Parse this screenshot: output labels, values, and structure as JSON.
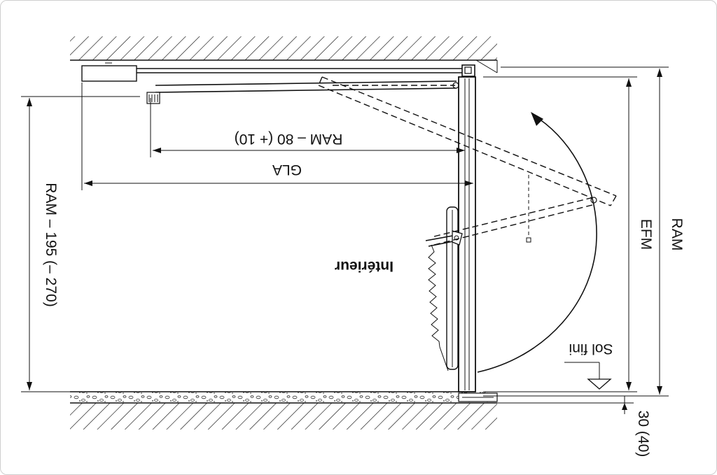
{
  "labels": {
    "ram_minus_80": "RAM – 80 (+ 10)",
    "gla": "GLA",
    "ram_minus_195": "RAM – 195 (– 270)",
    "efm": "EFM",
    "ram": "RAM",
    "interieur": "Intérieur",
    "sol_fini": "Sol fini",
    "thirty_40": "30 (40)"
  }
}
